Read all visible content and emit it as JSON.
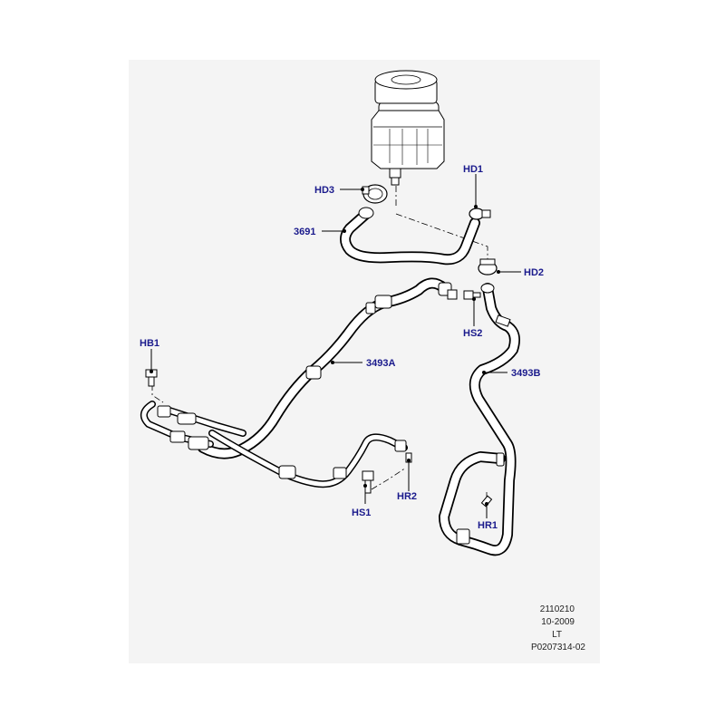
{
  "callouts": {
    "hd3": "HD3",
    "hd1": "HD1",
    "p3691": "3691",
    "hd2": "HD2",
    "hs2": "HS2",
    "hb1": "HB1",
    "p3493a": "3493A",
    "p3493b": "3493B",
    "hs1": "HS1",
    "hr2": "HR2",
    "hr1": "HR1"
  },
  "meta": {
    "line1": "2110210",
    "line2": "10-2009",
    "line3": "LT",
    "line4": "P0207314-02"
  }
}
